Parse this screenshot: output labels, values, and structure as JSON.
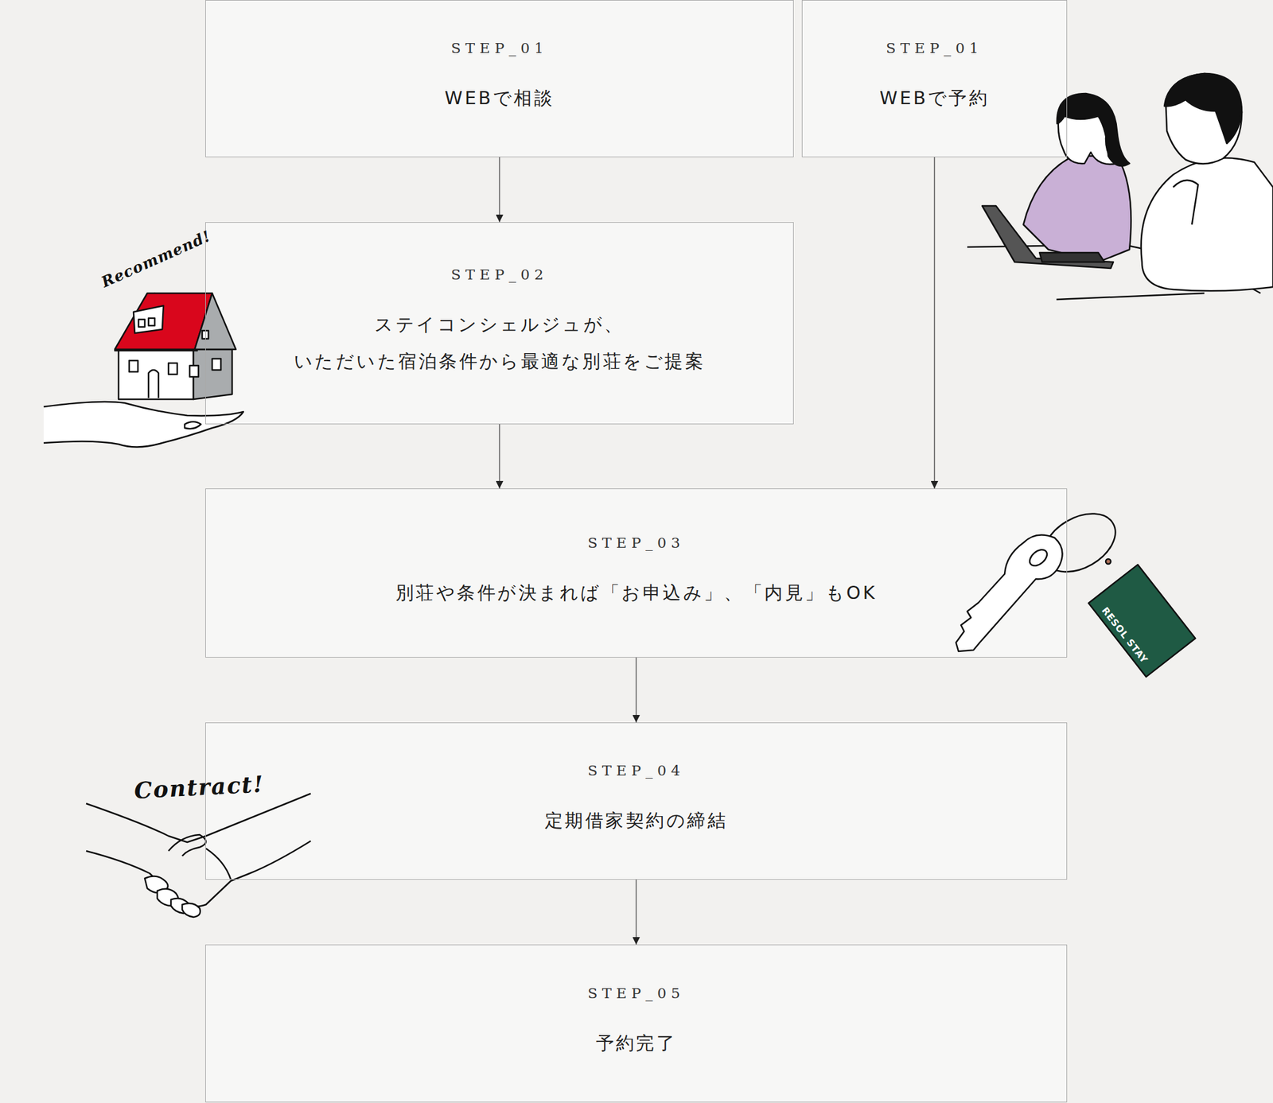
{
  "diagram": {
    "nodes": [
      {
        "text": [
          "STEP_01",
          "WEBで相談"
        ]
      },
      {
        "text": [
          "STEP_01",
          "WEBで予約"
        ]
      },
      {
        "text": [
          "STEP_02",
          "ステイコンシェルジュが、 いただいた宿泊条件から最適な別荘をご提案"
        ]
      },
      {
        "text": [
          "STEP_03",
          "別荘や条件が決まれば「お申込み」、「内見」もOK"
        ]
      },
      {
        "text": [
          "STEP_04",
          "定期借家契約の締結"
        ]
      },
      {
        "text": [
          "STEP_05",
          "予約完了"
        ]
      }
    ],
    "edges": [
      {
        "from": 0,
        "to": 2,
        "arrow": "to"
      },
      {
        "from": 2,
        "to": 3,
        "arrow": "to"
      },
      {
        "from": 1,
        "to": 3,
        "arrow": "to"
      },
      {
        "from": 3,
        "to": 4,
        "arrow": "to"
      },
      {
        "from": 4,
        "to": 5,
        "arrow": "to"
      }
    ],
    "labels": [
      "Recommend!",
      "RESOL STAY",
      "Contract!"
    ]
  }
}
